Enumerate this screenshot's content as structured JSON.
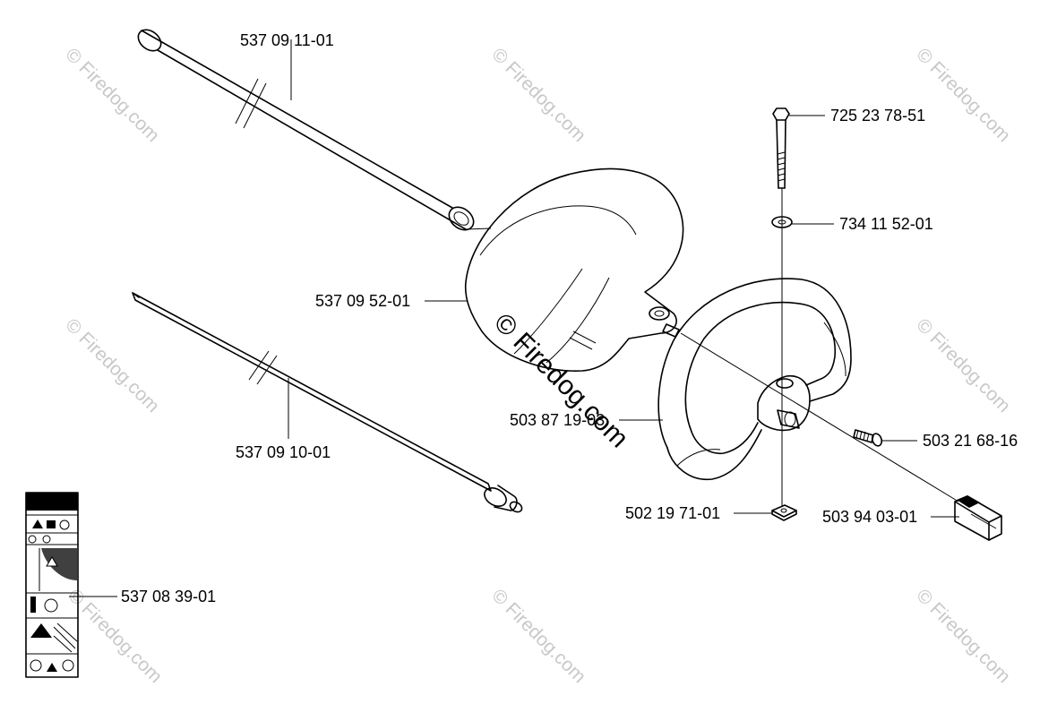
{
  "watermark": "© Firedog.com",
  "parts": {
    "tube": "537 09 11-01",
    "cover": "537 09 52-01",
    "drive_shaft": "537 09 10-01",
    "decal": "537 08 39-01",
    "bolt": "725 23 78-51",
    "washer": "734 11 52-01",
    "handle": "503 87 19-03",
    "screw": "503 21 68-16",
    "nut": "502 19 71-01",
    "clip": "503 94 03-01"
  }
}
